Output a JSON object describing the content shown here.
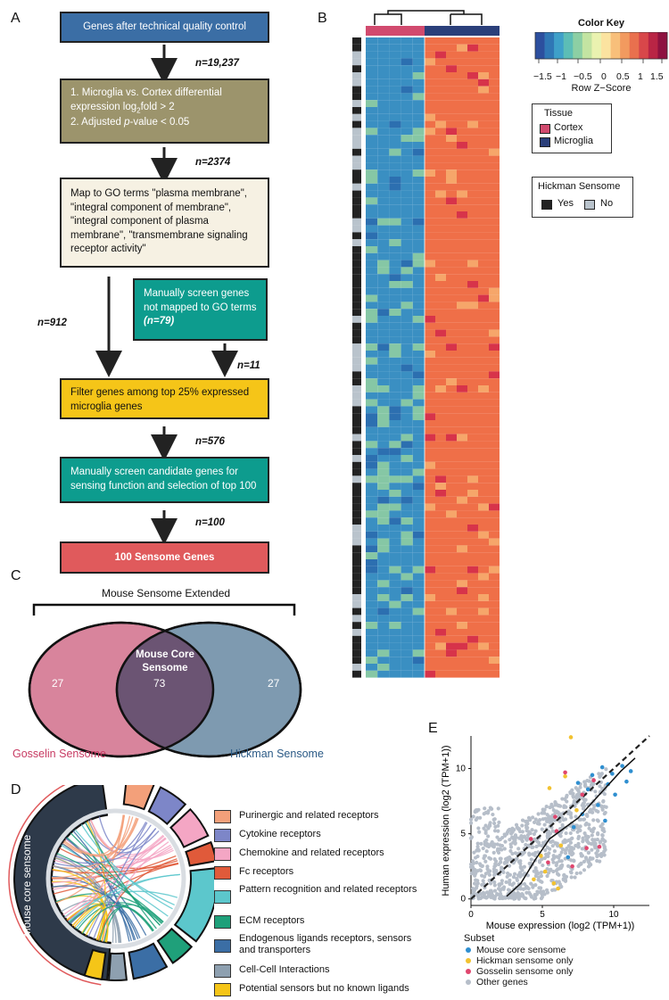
{
  "panels": {
    "a": "A",
    "b": "B",
    "c": "C",
    "d": "D",
    "e": "E"
  },
  "flowchart": {
    "step1": "Genes after technical quality control",
    "n1": "n=19,237",
    "step2_line1": "1. Microglia vs. Cortex differential",
    "step2_line2a": "expression log",
    "step2_sub": "2",
    "step2_line2b": "fold > 2",
    "step2_line3a": "2. Adjusted ",
    "step2_line3b": "p",
    "step2_line3c": "-value < 0.05",
    "n2": "n=2374",
    "step3": "Map to GO terms \"plasma membrane\", \"integral component of membrane\", \"integral component of plasma membrane\", \"transmembrane signaling receptor activity\"",
    "manual1": "Manually screen genes not mapped to GO terms",
    "manual1_n": "(n=79)",
    "n_left": "n=912",
    "n_right": "n=11",
    "filter": "Filter genes among top 25% expressed microglia genes",
    "n3": "n=576",
    "manual2": "Manually screen candidate genes for sensing function and selection of top 100",
    "n4": "n=100",
    "final": "100 Sensome Genes"
  },
  "heatmap": {
    "colorkey_title": "Color Key",
    "colorkey_ticks": [
      "−1.5",
      "−1",
      "−0.5",
      "0",
      "0.5",
      "1",
      "1.5"
    ],
    "colorkey_label": "Row Z−Score",
    "tissue_title": "Tissue",
    "tissue_items": [
      {
        "label": "Cortex",
        "color": "#d14a6e"
      },
      {
        "label": "Microglia",
        "color": "#2b3f7a"
      }
    ],
    "hickman_title": "Hickman Sensome",
    "hickman_items": [
      {
        "label": "Yes",
        "color": "#222222"
      },
      {
        "label": "No",
        "color": "#b9c3cc"
      }
    ],
    "colors": {
      "low": "#3a8fc2",
      "mid": "#86c7a5",
      "high": "#ef6f48"
    }
  },
  "venn": {
    "title": "Mouse Sensome Extended",
    "center_label_1": "Mouse Core",
    "center_label_2": "Sensome",
    "left_count": "27",
    "center_count": "73",
    "right_count": "27",
    "left_name": "Gosselin Sensome",
    "right_name": "Hickman Sensome",
    "colors": {
      "left": "#d8849c",
      "right": "#7e9ab0",
      "overlap": "#6b5473",
      "left_text": "#c73a62",
      "right_text": "#2b5a86"
    }
  },
  "chord": {
    "arc_label": "Mouse core sensome",
    "legend": [
      {
        "label": "Purinergic and related receptors",
        "color": "#f3a07a"
      },
      {
        "label": "Cytokine receptors",
        "color": "#7d86c8"
      },
      {
        "label": "Chemokine and related receptors",
        "color": "#f4a6c4"
      },
      {
        "label": "Fc receptors",
        "color": "#e05a3a"
      },
      {
        "label": "Pattern recognition and related receptors",
        "color": "#5cc7cc"
      },
      {
        "label": "ECM receptors",
        "color": "#1fa07a"
      },
      {
        "label": "Endogenous ligands receptors, sensors and transporters",
        "color": "#3b6ea5"
      },
      {
        "label": "Cell-Cell Interactions",
        "color": "#8ea0b0"
      },
      {
        "label": "Potential sensors but no known ligands",
        "color": "#f5c518"
      }
    ]
  },
  "chart_data": {
    "type": "scatter",
    "xlabel": "Mouse expression (log2 (TPM+1))",
    "ylabel": "Human expression (log2 (TPM+1))",
    "xlim": [
      0,
      12.5
    ],
    "ylim": [
      -0.5,
      12.5
    ],
    "xticks": [
      "0",
      "5",
      "10"
    ],
    "yticks": [
      "0",
      "5",
      "10"
    ],
    "legend_title": "Subset",
    "series": [
      {
        "name": "Mouse core sensome",
        "color": "#2f8fd0",
        "points": [
          [
            8.5,
            9.5
          ],
          [
            9.2,
            10.1
          ],
          [
            10.1,
            8.0
          ],
          [
            7.8,
            6.5
          ],
          [
            9.6,
            8.8
          ],
          [
            10.6,
            10.2
          ],
          [
            8.9,
            7.2
          ],
          [
            7.2,
            5.5
          ],
          [
            9.9,
            9.6
          ],
          [
            8.2,
            8.4
          ],
          [
            10.9,
            9.0
          ],
          [
            6.8,
            3.2
          ],
          [
            9.4,
            6.0
          ],
          [
            11.2,
            9.8
          ],
          [
            7.5,
            8.9
          ]
        ]
      },
      {
        "name": "Hickman sensome only",
        "color": "#f2c230",
        "points": [
          [
            5.2,
            2.1
          ],
          [
            6.1,
            0.8
          ],
          [
            4.4,
            1.5
          ],
          [
            6.6,
            9.4
          ],
          [
            7.0,
            12.4
          ],
          [
            5.8,
            1.2
          ],
          [
            6.3,
            4.1
          ],
          [
            7.4,
            6.8
          ],
          [
            4.9,
            3.3
          ],
          [
            5.5,
            8.5
          ]
        ]
      },
      {
        "name": "Gosselin sensome only",
        "color": "#e0466e",
        "points": [
          [
            6.0,
            5.2
          ],
          [
            5.4,
            2.8
          ],
          [
            7.8,
            8.0
          ],
          [
            8.1,
            3.9
          ],
          [
            6.6,
            9.7
          ],
          [
            4.2,
            4.6
          ],
          [
            9.0,
            4.0
          ],
          [
            7.1,
            2.5
          ],
          [
            5.9,
            6.3
          ],
          [
            8.6,
            9.1
          ]
        ]
      },
      {
        "name": "Other genes",
        "color": "#b6bec9",
        "points": []
      }
    ],
    "trend": [
      [
        2.5,
        0.2
      ],
      [
        3.5,
        1.2
      ],
      [
        4.5,
        3.0
      ],
      [
        5.5,
        4.6
      ],
      [
        6.5,
        5.4
      ],
      [
        7.5,
        6.2
      ],
      [
        8.5,
        7.4
      ],
      [
        9.5,
        8.6
      ],
      [
        10.5,
        9.8
      ],
      [
        11.5,
        10.8
      ]
    ],
    "identity_line": true
  }
}
